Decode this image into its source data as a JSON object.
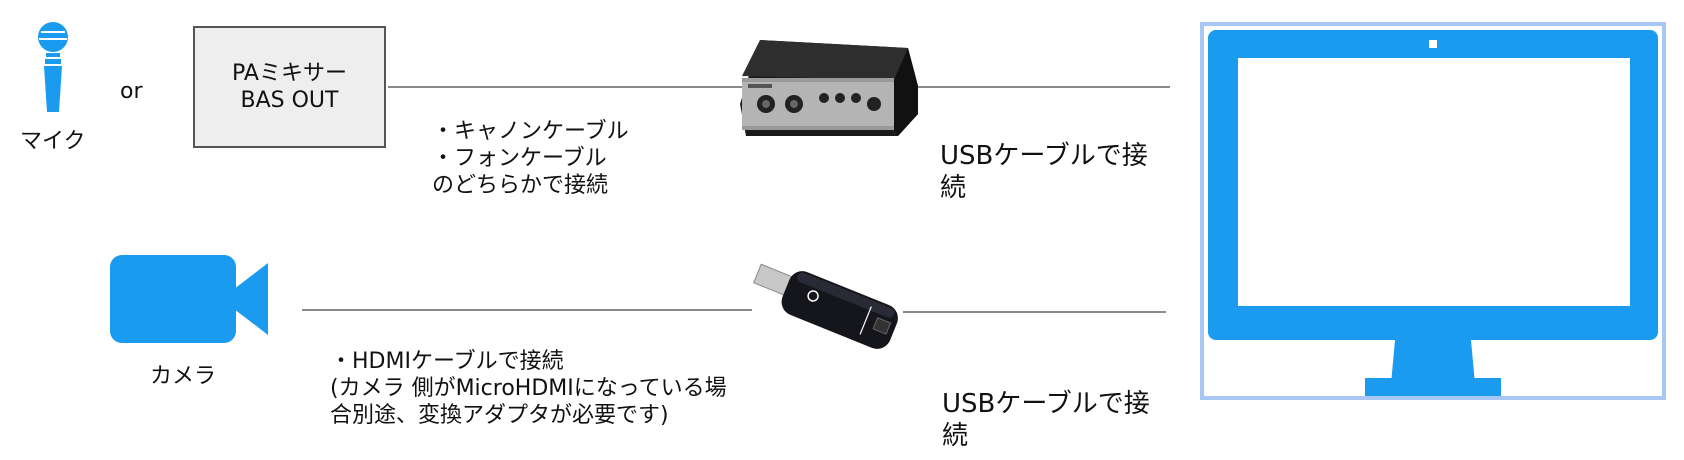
{
  "mic": {
    "label": "マイク",
    "icon": "microphone-icon",
    "color": "#1a9bf0"
  },
  "or_label": "or",
  "mixer": {
    "line1": "PAミキサー",
    "line2": "BAS OUT",
    "fill": "#eeeeee",
    "border": "#555555"
  },
  "audio_cable_notes": [
    "・キャノンケーブル",
    "・フォンケーブル",
    "のどちらかで接続"
  ],
  "audio_interface": {
    "icon": "audio-interface-icon"
  },
  "usb_top": {
    "line1": "USBケーブルで接",
    "line2": "続"
  },
  "camera": {
    "label": "カメラ",
    "icon": "video-camera-icon",
    "color": "#1a9bf0"
  },
  "hdmi_notes": [
    "・HDMIケーブルで接続",
    "(カメラ 側がMicroHDMIになっている場",
    "合別途、変換アダプタが必要です)"
  ],
  "capture_device": {
    "icon": "cam-link-capture-icon"
  },
  "usb_bottom": {
    "line1": "USBケーブルで接",
    "line2": "続"
  },
  "monitor": {
    "icon": "computer-monitor-icon",
    "color": "#1a9bf0",
    "frame_color": "#a9c7f5"
  }
}
